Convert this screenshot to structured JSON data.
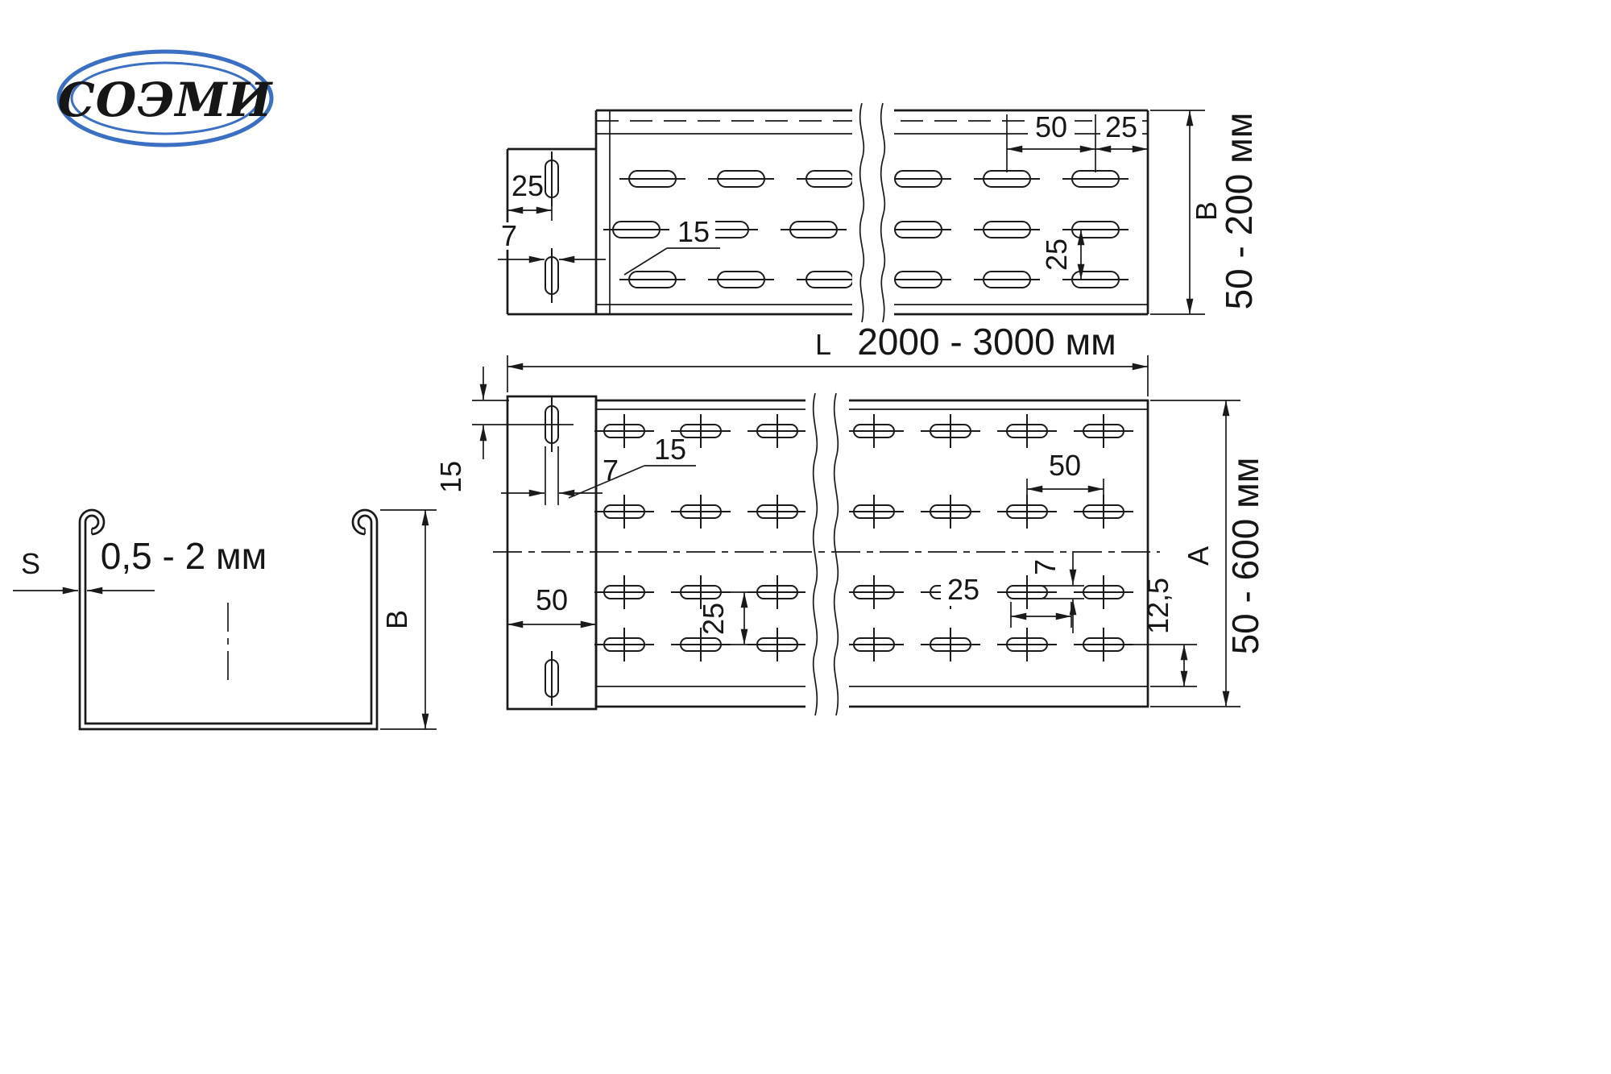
{
  "page": {
    "background": "#ffffff",
    "ink": "#1a1a1a"
  },
  "logo": {
    "text": "СОЭМИ",
    "color": "#3a6fc4"
  },
  "cross_section": {
    "thickness_letter": "S",
    "thickness_range": "0,5 - 2 мм",
    "height_letter": "B"
  },
  "side_view": {
    "hole_pitch": "50",
    "edge_distance": "25",
    "tab_hole_offset": "25",
    "tab_slot_width": "7",
    "slot_length": "15",
    "row_spacing": "25",
    "height_letter": "B",
    "height_range": "50 - 200 мм"
  },
  "plan_view": {
    "length_letter": "L",
    "length_range": "2000 - 3000 мм",
    "top_offset": "15",
    "tab_slot_width": "7",
    "slot_length": "15",
    "tab_width": "50",
    "row_spacing": "25",
    "hole_pitch": "50",
    "slot_width": "7",
    "hole_offset": "25",
    "edge_distance": "12,5",
    "width_letter": "A",
    "width_range": "50 - 600 мм"
  }
}
